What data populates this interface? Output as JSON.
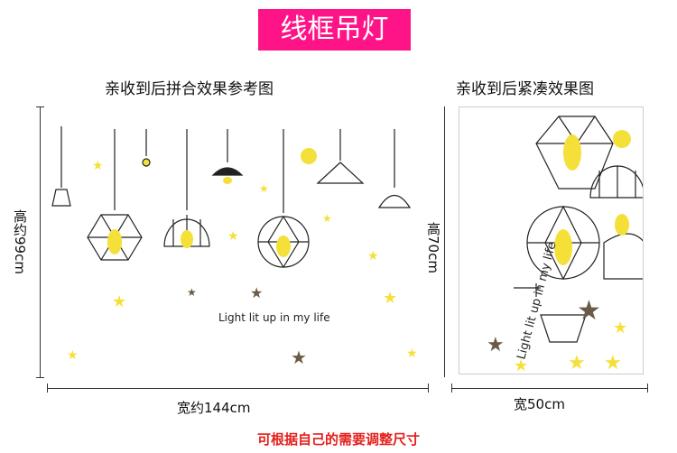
{
  "title": "线框吊灯",
  "left": {
    "heading": "亲收到后拼合效果参考图",
    "height": "高约99cm",
    "width": "宽约144cm",
    "slogan": "Light lit up in my life"
  },
  "right": {
    "heading": "亲收到后紧凑效果图",
    "height": "高70cm",
    "width": "宽50cm",
    "slogan": "Light lit up in my life"
  },
  "note": "可根据自己的需要调整尺寸",
  "colors": {
    "title_bg": "#ff1487",
    "note": "#e4201c",
    "accent": "#f5e03a"
  }
}
